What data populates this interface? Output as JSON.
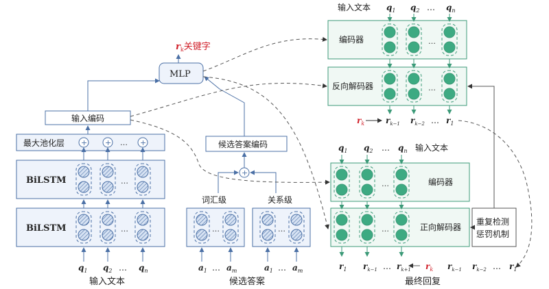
{
  "left_panel": {
    "bilstm_top": "BiLSTM",
    "bilstm_bottom": "BiLSTM",
    "maxpool": "最大池化层",
    "input_encoding": "输入编码",
    "caption": "输入文本",
    "inputs": [
      "q",
      "q",
      "…",
      "q"
    ],
    "input_subs": [
      "1",
      "2",
      "",
      "n"
    ]
  },
  "mlp": {
    "label": "MLP",
    "output_var": "r",
    "output_sub": "k",
    "output_text": "关键字",
    "output_color": "#d0202a"
  },
  "middle_panel": {
    "candidate_encoding": "候选答案编码",
    "lexical": "词汇级",
    "relational": "关系级",
    "caption": "候选答案",
    "inputs": [
      "a",
      "…",
      "a",
      "a",
      "…",
      "a"
    ],
    "input_subs": [
      "1",
      "",
      "m",
      "1",
      "",
      "m"
    ]
  },
  "top_right": {
    "input_text_label": "输入文本",
    "inputs": [
      "q",
      "q",
      "…",
      "q"
    ],
    "input_subs": [
      "1",
      "2",
      "",
      "n"
    ],
    "encoder": "编码器",
    "backward_decoder": "反向解码器",
    "rk": "r",
    "rk_sub": "k",
    "outputs": [
      "r",
      "r",
      "…",
      "r"
    ],
    "output_subs": [
      "k−1",
      "k−2",
      "",
      "1"
    ]
  },
  "bottom_right": {
    "input_text_label": "输入文本",
    "inputs": [
      "q",
      "q",
      "…",
      "q"
    ],
    "input_subs": [
      "1",
      "2",
      "",
      "n"
    ],
    "encoder": "编码器",
    "forward_decoder": "正向解码器",
    "penalty_line1": "重复检测",
    "penalty_line2": "惩罚机制",
    "caption": "最终回复",
    "outputs": [
      "r",
      "r",
      "…",
      "r",
      "r",
      "r",
      "r",
      "…",
      "r"
    ],
    "output_subs": [
      "1",
      "k−1",
      "",
      "k+1",
      "k",
      "k−1",
      "k−2",
      "",
      "1"
    ]
  },
  "colors": {
    "box_border": "#4a6fa5",
    "box_fill": "#eef3fb",
    "green_border": "#3c9a78",
    "green_fill": "#f0f8f4",
    "node_fill": "#3daa82",
    "hatch_fill": "#d6e2f3",
    "arrow": "#4a6fa5",
    "dashed": "#555555",
    "highlight": "#d0202a"
  }
}
